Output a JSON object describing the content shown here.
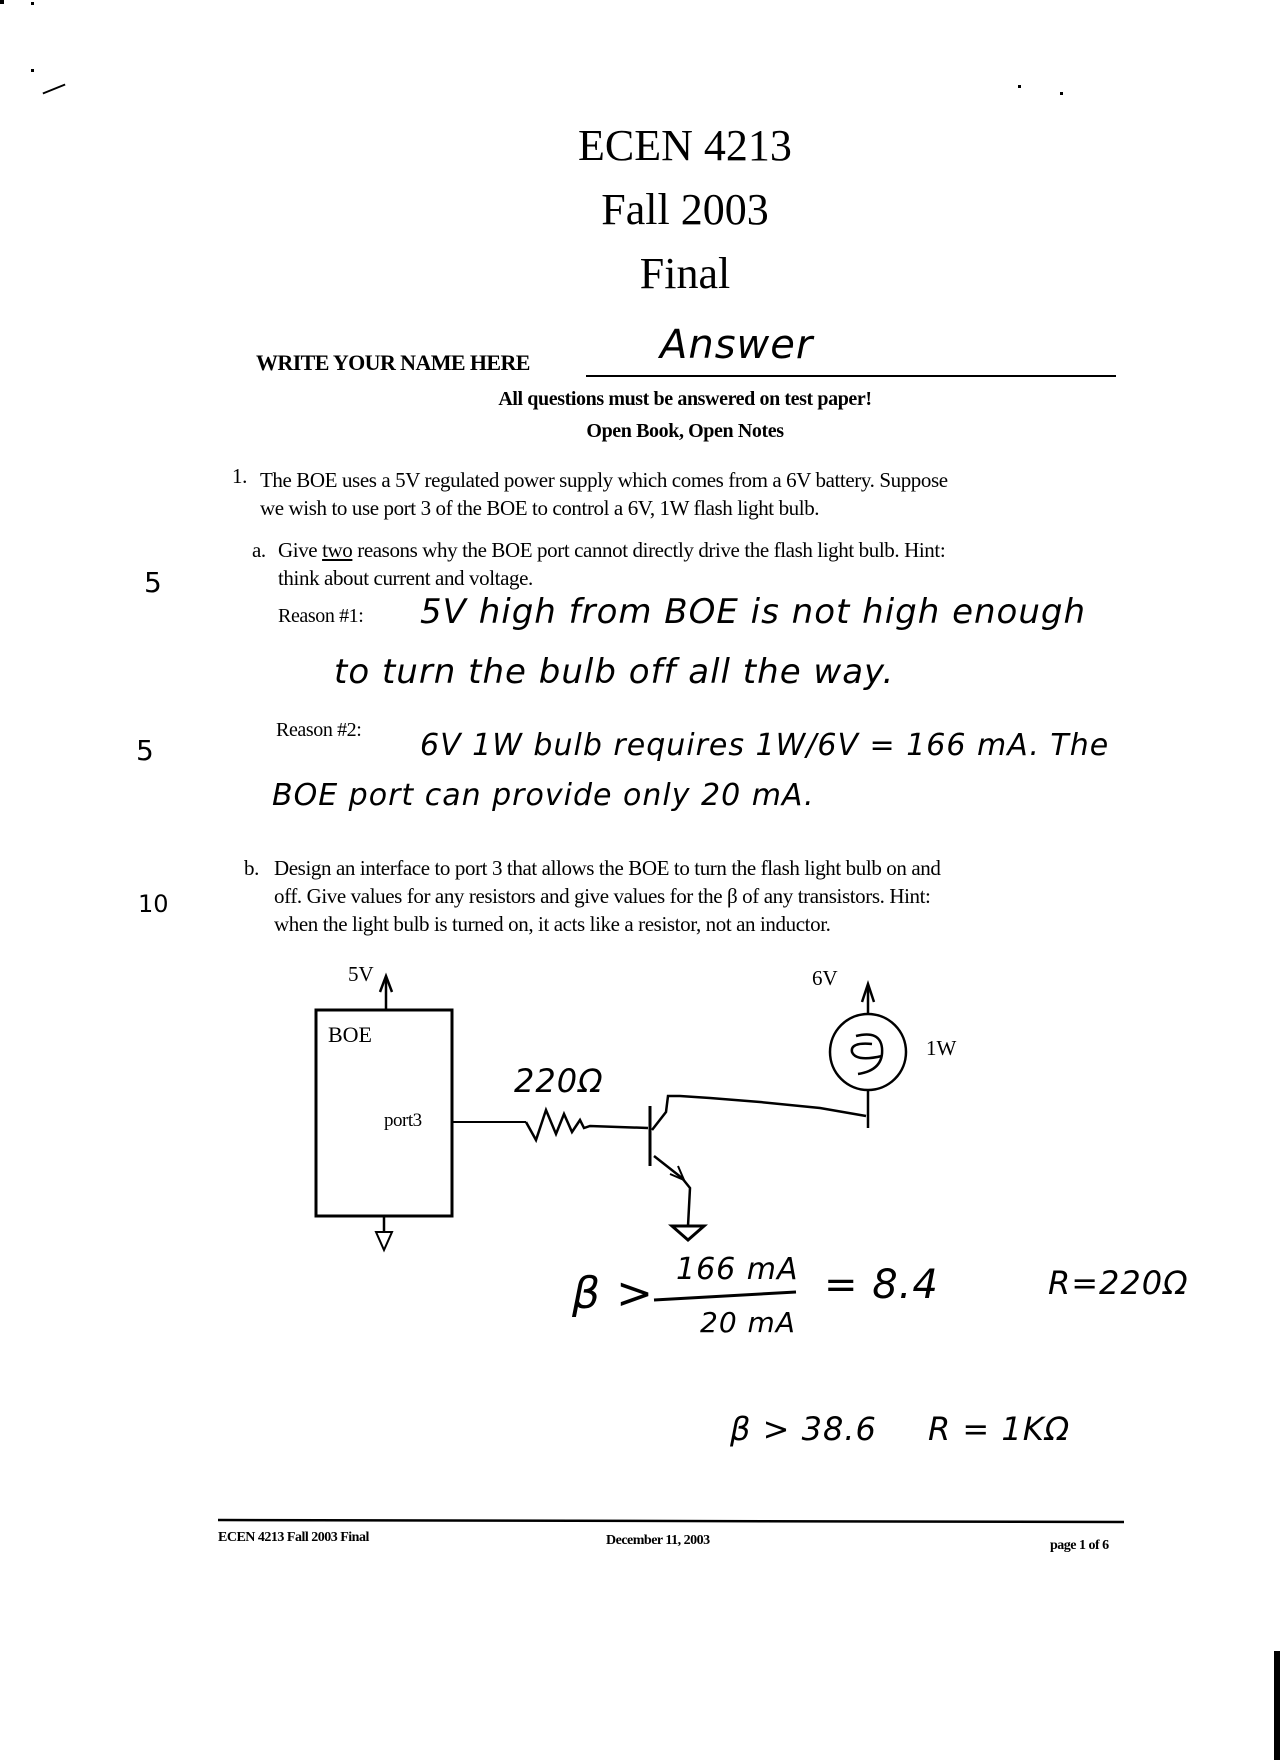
{
  "header": {
    "course": "ECEN 4213",
    "term": "Fall 2003",
    "exam": "Final"
  },
  "name_field": {
    "label": "WRITE YOUR NAME HERE",
    "value": "Answer"
  },
  "instructions": [
    "All questions must be answered on test paper!",
    "Open Book, Open Notes"
  ],
  "question_1": {
    "number": "1.",
    "prompt_line1": "The BOE uses a 5V regulated power supply which comes from a 6V battery.  Suppose",
    "prompt_line2": "we wish to use port 3 of the BOE to control a 6V, 1W flash light bulb.",
    "part_a": {
      "label": "a.",
      "text_pre": "Give ",
      "text_underlined": "two",
      "text_post": " reasons why the BOE port cannot directly drive the flash light bulb.  Hint:",
      "text_line2": "think about current and voltage.",
      "score": "5",
      "reason_1": {
        "label": "Reason #1:",
        "answer_line1": "5V high from BOE is not high enough",
        "answer_line2": "to turn the bulb off all the way.",
        "score": "5"
      },
      "reason_2": {
        "label": "Reason #2:",
        "answer_line1": "6V 1W bulb requires 1W/6V = 166 mA. The",
        "answer_line2": "BOE port can provide only 20 mA."
      }
    },
    "part_b": {
      "label": "b.",
      "line1": "Design an interface to port 3 that allows the BOE to turn the flash light bulb on and",
      "line2": "off. Give values for any resistors and give values for the β of any transistors. Hint:",
      "line3": "when the light bulb is turned on, it acts like a resistor, not an inductor.",
      "score": "10"
    }
  },
  "schematic": {
    "supply_boe": "5V",
    "boe_label": "BOE",
    "port_label": "port3",
    "resistor_value": "220Ω",
    "supply_bulb": "6V",
    "bulb_rating": "1W"
  },
  "calculations": {
    "beta_symbol": "β >",
    "numerator": "166 mA",
    "denominator": "20 mA",
    "equals": "= 8.4",
    "r_value": "R=220Ω",
    "alt_beta": "β > 38.6",
    "alt_r": "R = 1KΩ"
  },
  "footer": {
    "left": "ECEN 4213 Fall 2003 Final",
    "center": "December 11, 2003",
    "right": "page 1 of 6"
  }
}
